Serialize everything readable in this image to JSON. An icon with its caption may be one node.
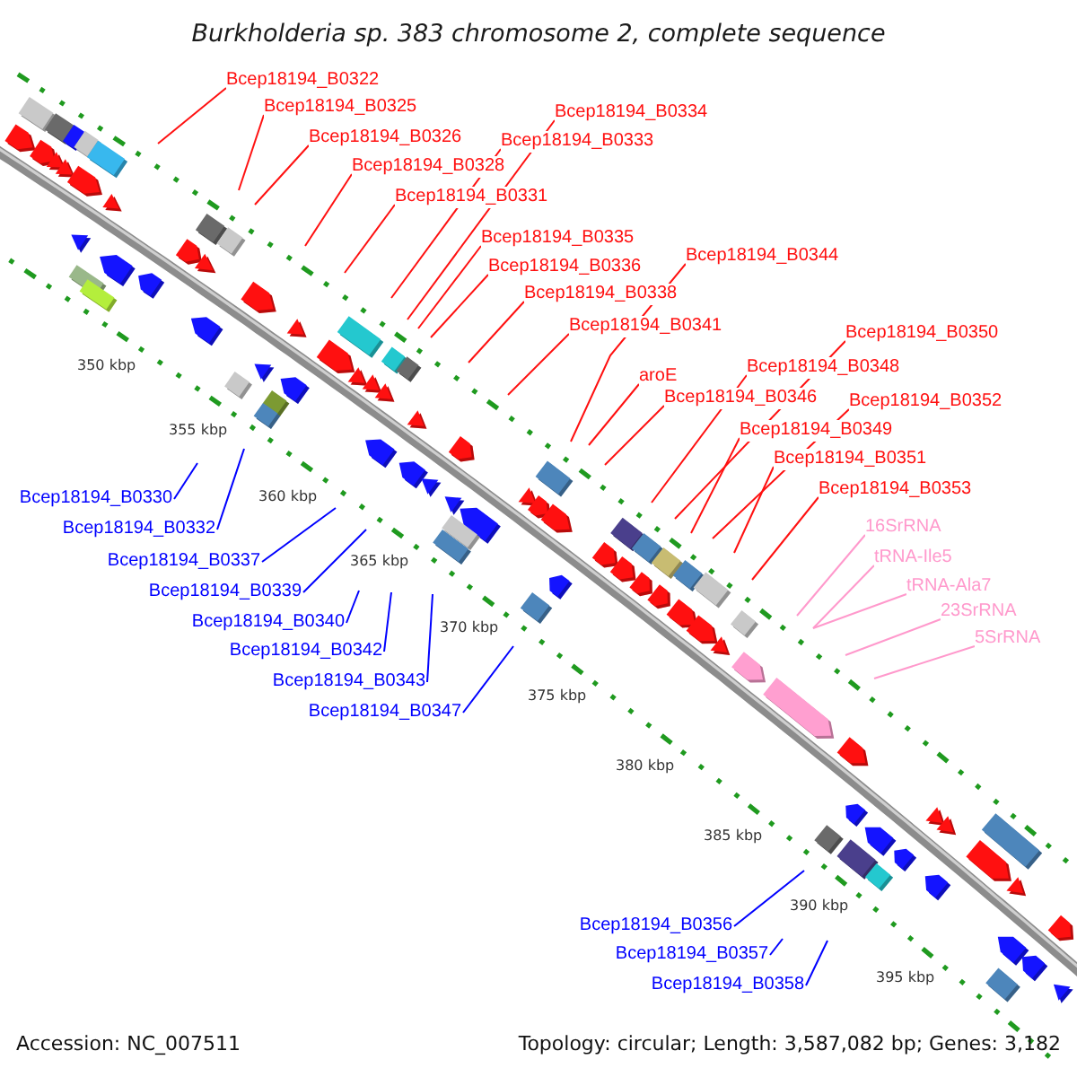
{
  "diagram": {
    "title": "Burkholderia sp. 383 chromosome 2, complete sequence",
    "nodes": [
      {
        "text": [
          "Bcep18194_B0322"
        ]
      },
      {
        "text": [
          "Bcep18194_B0325"
        ]
      },
      {
        "text": [
          "Bcep18194_B0326"
        ]
      },
      {
        "text": [
          "Bcep18194_B0328"
        ]
      },
      {
        "text": [
          "Bcep18194_B0331"
        ]
      },
      {
        "text": [
          "Bcep18194_B0333"
        ]
      },
      {
        "text": [
          "Bcep18194_B0334"
        ]
      },
      {
        "text": [
          "Bcep18194_B0335"
        ]
      },
      {
        "text": [
          "Bcep18194_B0336"
        ]
      },
      {
        "text": [
          "Bcep18194_B0338"
        ]
      },
      {
        "text": [
          "Bcep18194_B0341"
        ]
      },
      {
        "text": [
          "Bcep18194_B0344"
        ]
      },
      {
        "text": [
          "aroE"
        ]
      },
      {
        "text": [
          "Bcep18194_B0346"
        ]
      },
      {
        "text": [
          "Bcep18194_B0348"
        ]
      },
      {
        "text": [
          "Bcep18194_B0350"
        ]
      },
      {
        "text": [
          "Bcep18194_B0352"
        ]
      },
      {
        "text": [
          "Bcep18194_B0349"
        ]
      },
      {
        "text": [
          "Bcep18194_B0351"
        ]
      },
      {
        "text": [
          "Bcep18194_B0353"
        ]
      },
      {
        "text": [
          "16SrRNA"
        ]
      },
      {
        "text": [
          "tRNA-Ile5"
        ]
      },
      {
        "text": [
          "tRNA-Ala7"
        ]
      },
      {
        "text": [
          "23SrRNA"
        ]
      },
      {
        "text": [
          "5SrRNA"
        ]
      },
      {
        "text": [
          "Bcep18194_B0330"
        ]
      },
      {
        "text": [
          "Bcep18194_B0332"
        ]
      },
      {
        "text": [
          "Bcep18194_B0337"
        ]
      },
      {
        "text": [
          "Bcep18194_B0339"
        ]
      },
      {
        "text": [
          "Bcep18194_B0340"
        ]
      },
      {
        "text": [
          "Bcep18194_B0342"
        ]
      },
      {
        "text": [
          "Bcep18194_B0343"
        ]
      },
      {
        "text": [
          "Bcep18194_B0347"
        ]
      },
      {
        "text": [
          "Bcep18194_B0356"
        ]
      },
      {
        "text": [
          "Bcep18194_B0357"
        ]
      },
      {
        "text": [
          "Bcep18194_B0358"
        ]
      }
    ],
    "edges": [
      {
        "from": 0,
        "to": null,
        "arrow": "none"
      },
      {
        "from": 1,
        "to": null,
        "arrow": "none"
      },
      {
        "from": 2,
        "to": null,
        "arrow": "none"
      },
      {
        "from": 3,
        "to": null,
        "arrow": "none"
      },
      {
        "from": 4,
        "to": null,
        "arrow": "none"
      },
      {
        "from": 5,
        "to": null,
        "arrow": "none"
      },
      {
        "from": 6,
        "to": null,
        "arrow": "none"
      },
      {
        "from": 7,
        "to": null,
        "arrow": "none"
      },
      {
        "from": 8,
        "to": null,
        "arrow": "none"
      },
      {
        "from": 9,
        "to": null,
        "arrow": "none"
      },
      {
        "from": 10,
        "to": null,
        "arrow": "none"
      },
      {
        "from": 11,
        "to": null,
        "arrow": "none"
      },
      {
        "from": 12,
        "to": null,
        "arrow": "none"
      },
      {
        "from": 13,
        "to": null,
        "arrow": "none"
      },
      {
        "from": 14,
        "to": null,
        "arrow": "none"
      },
      {
        "from": 15,
        "to": null,
        "arrow": "none"
      },
      {
        "from": 16,
        "to": null,
        "arrow": "none"
      },
      {
        "from": 17,
        "to": null,
        "arrow": "none"
      },
      {
        "from": 18,
        "to": null,
        "arrow": "none"
      },
      {
        "from": 19,
        "to": null,
        "arrow": "none"
      },
      {
        "from": 20,
        "to": null,
        "arrow": "none",
        "color": "#ff99cc"
      },
      {
        "from": 21,
        "to": null,
        "arrow": "none",
        "color": "#ff99cc"
      },
      {
        "from": 22,
        "to": null,
        "arrow": "none",
        "color": "#ff99cc"
      },
      {
        "from": 23,
        "to": null,
        "arrow": "none",
        "color": "#ff99cc"
      },
      {
        "from": 24,
        "to": null,
        "arrow": "none",
        "color": "#ff99cc"
      },
      {
        "from": 25,
        "to": null,
        "arrow": "none",
        "color": "#0000ff"
      },
      {
        "from": 26,
        "to": null,
        "arrow": "none",
        "color": "#0000ff"
      },
      {
        "from": 27,
        "to": null,
        "arrow": "none",
        "color": "#0000ff"
      },
      {
        "from": 28,
        "to": null,
        "arrow": "none",
        "color": "#0000ff"
      },
      {
        "from": 29,
        "to": null,
        "arrow": "none",
        "color": "#0000ff"
      },
      {
        "from": 30,
        "to": null,
        "arrow": "none",
        "color": "#0000ff"
      },
      {
        "from": 31,
        "to": null,
        "arrow": "none",
        "color": "#0000ff"
      },
      {
        "from": 32,
        "to": null,
        "arrow": "none",
        "color": "#0000ff"
      },
      {
        "from": 33,
        "to": null,
        "arrow": "none",
        "color": "#0000ff"
      },
      {
        "from": 34,
        "to": null,
        "arrow": "none",
        "color": "#0000ff"
      },
      {
        "from": 35,
        "to": null,
        "arrow": "none",
        "color": "#0000ff"
      }
    ],
    "labels": [
      "350 kbp",
      "355 kbp",
      "360 kbp",
      "365 kbp",
      "370 kbp",
      "375 kbp",
      "380 kbp",
      "385 kbp",
      "390 kbp",
      "395 kbp",
      "Accession: NC_007511",
      "Topology: circular; Length: 3,587,082 bp; Genes: 3,182"
    ]
  }
}
